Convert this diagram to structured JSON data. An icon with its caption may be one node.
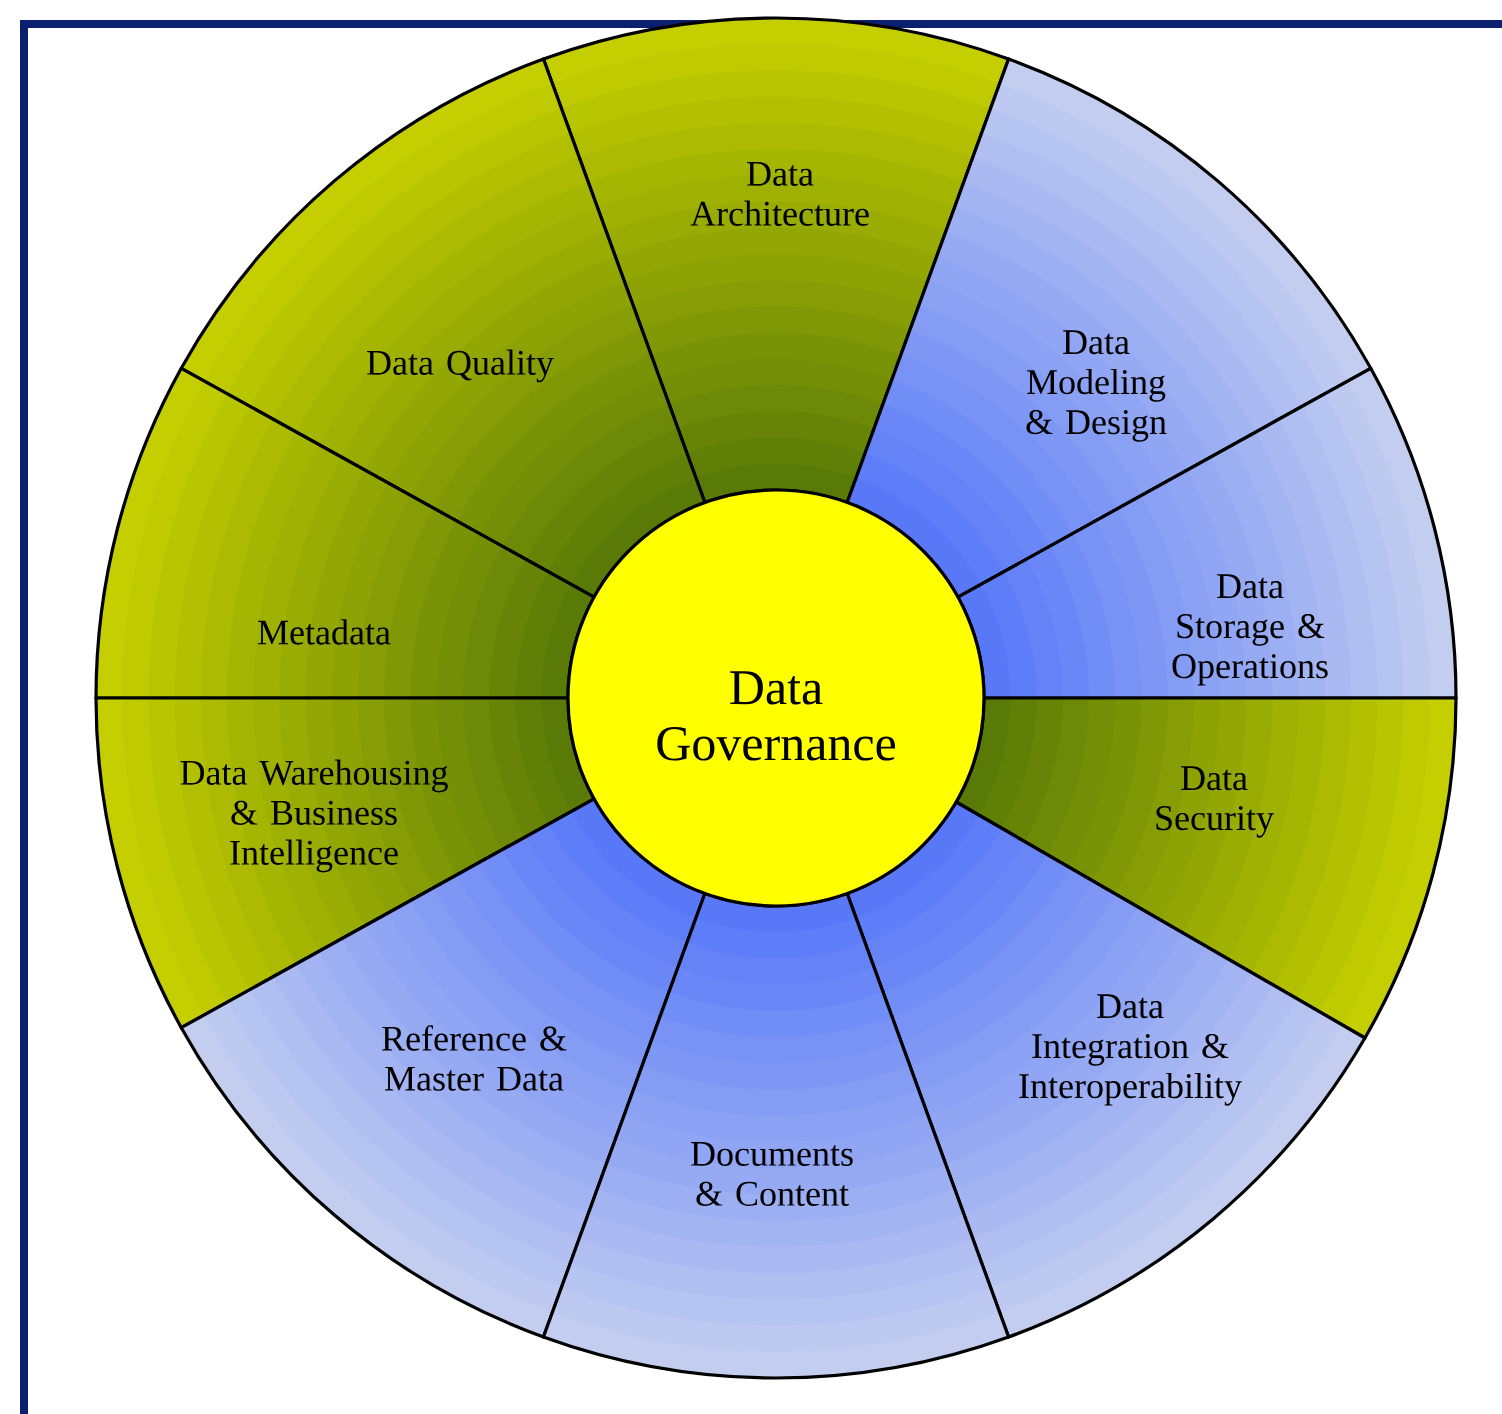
{
  "diagram": {
    "nodes": [
      {
        "text": [
          "Data Architecture"
        ]
      },
      {
        "text": [
          "Data Quality"
        ]
      },
      {
        "text": [
          "Data Modeling & Design"
        ]
      },
      {
        "text": [
          "Metadata"
        ]
      },
      {
        "text": [
          "Data Storage & Operations"
        ]
      },
      {
        "text": [
          "Data Governance"
        ]
      },
      {
        "text": [
          "Data Warehousing & Business Intelligence"
        ]
      },
      {
        "text": [
          "Data Security"
        ]
      },
      {
        "text": [
          "Reference & Master Data"
        ]
      },
      {
        "text": [
          "Data Integration & Interoperability"
        ]
      },
      {
        "text": [
          "Documents & Content"
        ]
      }
    ]
  }
}
